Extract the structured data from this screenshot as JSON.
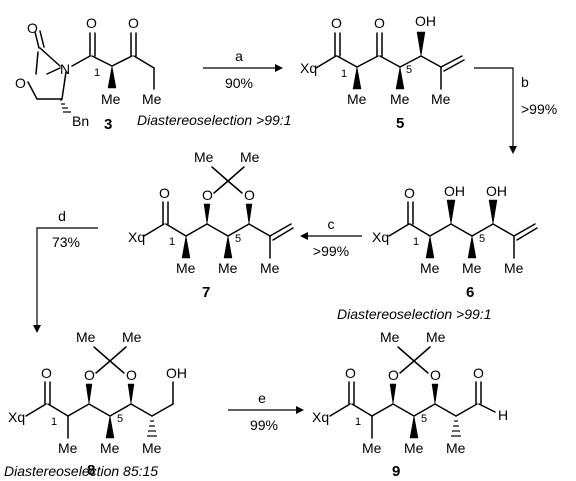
{
  "atoms": {
    "O": "O",
    "N": "N",
    "Bn": "Bn",
    "Me": "Me",
    "OH": "OH",
    "Xq": "Xq",
    "H": "H"
  },
  "locants": {
    "c1": "1",
    "c5": "5"
  },
  "compounds": {
    "c3": "3",
    "c5": "5",
    "c6": "6",
    "c7": "7",
    "c8": "8",
    "c9": "9"
  },
  "steps": {
    "a": {
      "label": "a",
      "yield": "90%"
    },
    "b": {
      "label": "b",
      "yield": ">99%"
    },
    "c": {
      "label": "c",
      "yield": ">99%"
    },
    "d": {
      "label": "d",
      "yield": "73%"
    },
    "e": {
      "label": "e",
      "yield": "99%"
    }
  },
  "notes": {
    "ds5": "Diastereoselection >99:1",
    "ds6": "Diastereoselection >99:1",
    "ds8": "Diastereoselection 85:15"
  }
}
